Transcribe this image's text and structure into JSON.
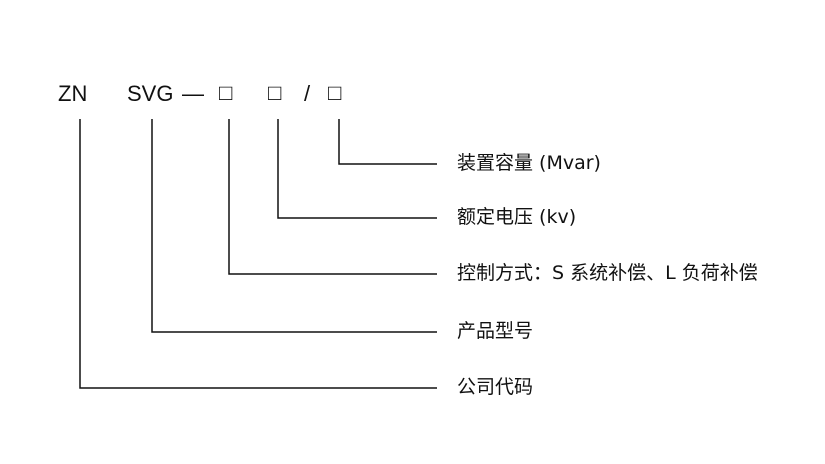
{
  "model_code": {
    "prefix": "ZN",
    "product": "SVG",
    "dash": "—",
    "box1": "□",
    "box2": "□",
    "slash": "/",
    "box3": "□"
  },
  "legend": {
    "capacity": "装置容量 (Mvar)",
    "voltage": "额定电压 (kv)",
    "control": "控制方式：S 系统补偿、L 负荷补偿",
    "product_model": "产品型号",
    "company_code": "公司代码"
  }
}
